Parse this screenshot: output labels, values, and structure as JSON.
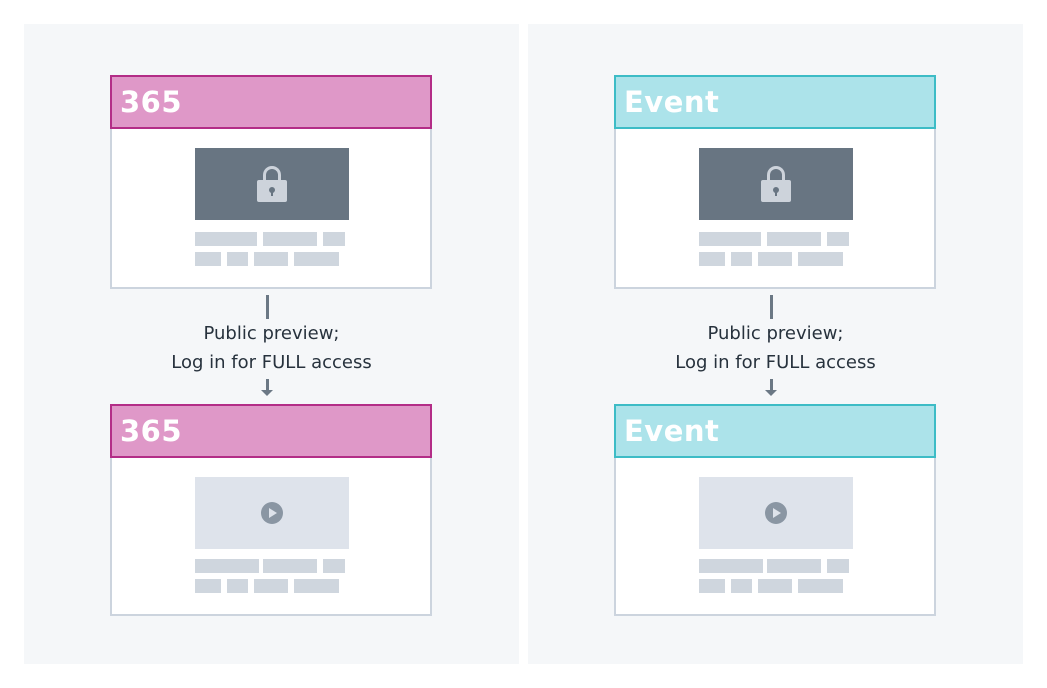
{
  "panels": [
    {
      "id": "left",
      "top_card": {
        "header": "365",
        "media": "lock-icon"
      },
      "caption": {
        "line1": "Public preview;",
        "line2": "Log in for FULL access"
      },
      "bottom_card": {
        "header": "365",
        "media": "play-icon"
      }
    },
    {
      "id": "right",
      "top_card": {
        "header": "Event",
        "media": "lock-icon"
      },
      "caption": {
        "line1": "Public preview;",
        "line2": "Log in for FULL access"
      },
      "bottom_card": {
        "header": "Event",
        "media": "play-icon"
      }
    }
  ],
  "colors": {
    "panel_bg": "#f5f7f9",
    "card_border": "#ccd4de",
    "header_365_fill": "#df98c8",
    "header_365_border": "#b32d87",
    "header_event_fill": "#ace3ea",
    "header_event_border": "#3dbcc6",
    "locked_media": "#687582",
    "unlocked_media": "#dee3eb",
    "placeholder": "#cfd6de",
    "connector": "#6b7885",
    "caption_text": "#27323d"
  }
}
